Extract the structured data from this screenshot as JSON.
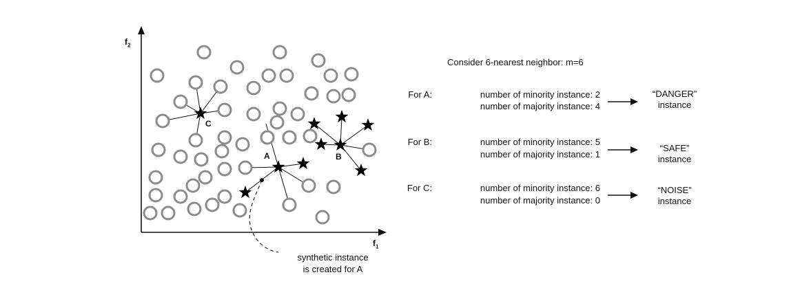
{
  "plot": {
    "x_axis_label": "f",
    "x_axis_sub": "1",
    "y_axis_label": "f",
    "y_axis_sub": "2",
    "point_labels": {
      "a": "A",
      "b": "B",
      "c": "C"
    },
    "caption_line1": "synthetic instance",
    "caption_line2": "is created for A"
  },
  "explanation": {
    "header": "Consider 6-nearest neighbor: m=6",
    "rows": [
      {
        "prefix": "For A:",
        "line1": "number of minority instance: 2",
        "line2": "number of majority instance: 4",
        "result_line1": "“DANGER”",
        "result_line2": "instance"
      },
      {
        "prefix": "For B:",
        "line1": "number of minority instance: 5",
        "line2": "number of majority instance: 1",
        "result_line1": "“SAFE”",
        "result_line2": "instance"
      },
      {
        "prefix": "For C:",
        "line1": "number of minority instance: 6",
        "line2": "number of majority instance: 0",
        "result_line1": "“NOISE”",
        "result_line2": "instance"
      }
    ]
  },
  "colors": {
    "circle_stroke": "#8c8c8c",
    "line": "#111111",
    "star": "#000000"
  }
}
